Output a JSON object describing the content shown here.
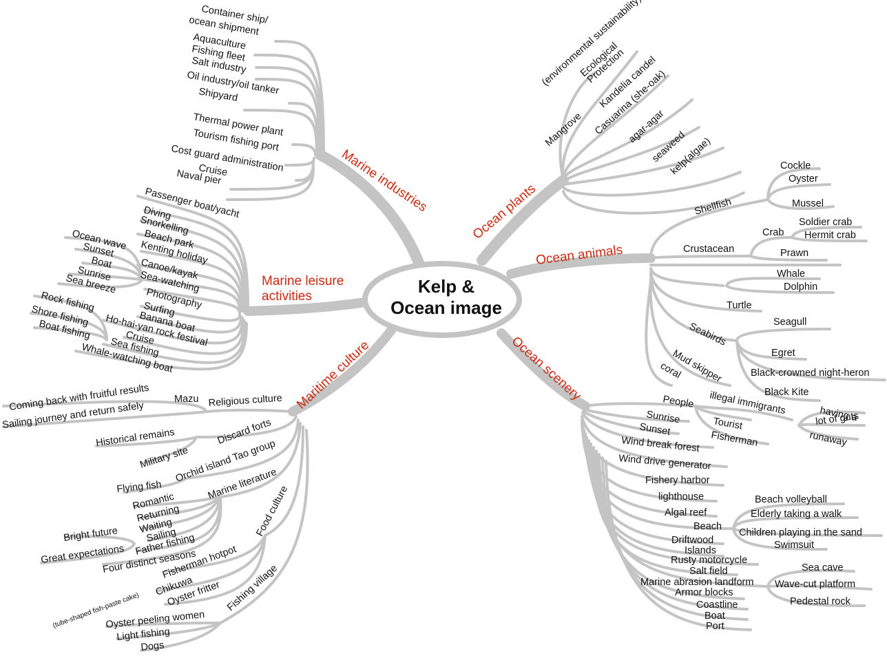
{
  "title": {
    "line1": "Kelp &",
    "line2": "Ocean image"
  },
  "colors": {
    "category": "#cc2a12",
    "branch": "#c4c4c4",
    "text": "#111111",
    "center_stroke": "#c4c4c4"
  },
  "categories": {
    "marine_industries": "Marine industries",
    "ocean_plants": "Ocean plants",
    "ocean_animals": "Ocean animals",
    "marine_leisure_1": "Marine leisure",
    "marine_leisure_2": "activities",
    "maritime_culture": "Maritime culture",
    "ocean_scenery": "Ocean scenery"
  },
  "industries": [
    "Container ship/",
    "ocean shipment",
    "Aquaculture",
    "Fishing fleet",
    "Salt industry",
    "Oil industry/oil tanker",
    "Shipyard",
    "Thermal power plant",
    "Tourism fishing port",
    "Cost guard administration",
    "Cruise",
    "Naval pier"
  ],
  "plants": [
    "(environmental sustainability)",
    "Ecological",
    "Protection",
    "Kandelia candel",
    "Mangrove",
    "Casuarina (she-oak)",
    "agar-agar",
    "seaweed",
    "kelp(algae)"
  ],
  "animals": [
    "Shellfish",
    "Cockle",
    "Oyster",
    "Mussel",
    "Crustacean",
    "Crab",
    "Soldier crab",
    "Hermit crab",
    "Prawn",
    "Whale",
    "Dolphin",
    "Turtle",
    "Seabirds",
    "Seagull",
    "Egret",
    "Black-crowned night-heron",
    "Black Kite",
    "Mud skipper",
    "coral"
  ],
  "leisure": [
    "Passenger boat/yacht",
    "Diving",
    "Snorkelling",
    "Beach park",
    "Kenting holiday",
    "Canoe/kayak",
    "Sea-watching",
    "Photography",
    "Surfing",
    "Banana boat",
    "Ho-hai-yan rock festival",
    "Cruise",
    "Sea fishing",
    "Whale-watching boat",
    "Ocean wave",
    "Sunset",
    "Boat",
    "Sunrise",
    "Sea breeze",
    "Rock fishing",
    "Shore fishing",
    "Boat fishing"
  ],
  "culture": [
    "Coming back with fruitful results",
    "Sailing journey and return safely",
    "Mazu",
    "Religious culture",
    "Historical remains",
    "Discard forts",
    "Military site",
    "Orchid island Tao group",
    "Flying fish",
    "Marine literature",
    "Romantic",
    "Returning",
    "Waiting",
    "Sailing",
    "Father fishing",
    "Four distinct seasons",
    "Bright future",
    "Great expectations",
    "Food culture",
    "Fisherman hotpot",
    "Chikuwa",
    "(tube-shaped fish-paste cake)",
    "Oyster fritter",
    "Fishing village",
    "Oyster peeling women",
    "Light fishing",
    "Dogs"
  ],
  "scenery": [
    "People",
    "illegal immigrants",
    "having a",
    "lot of guts",
    "runaway",
    "Tourist",
    "Fisherman",
    "Sunrise",
    "Sunset",
    "Wind break forest",
    "Wind drive generator",
    "Fishery harbor",
    "lighthouse",
    "Algal reef",
    "Beach",
    "Beach volleyball",
    "Elderly taking a walk",
    "Children playing in the sand",
    "Swimsuit",
    "Driftwood",
    "Islands",
    "Rusty motorcycle",
    "Salt field",
    "Marine abrasion landform",
    "Sea cave",
    "Wave-cut platform",
    "Pedestal rock",
    "Armor blocks",
    "Coastline",
    "Boat",
    "Port"
  ]
}
